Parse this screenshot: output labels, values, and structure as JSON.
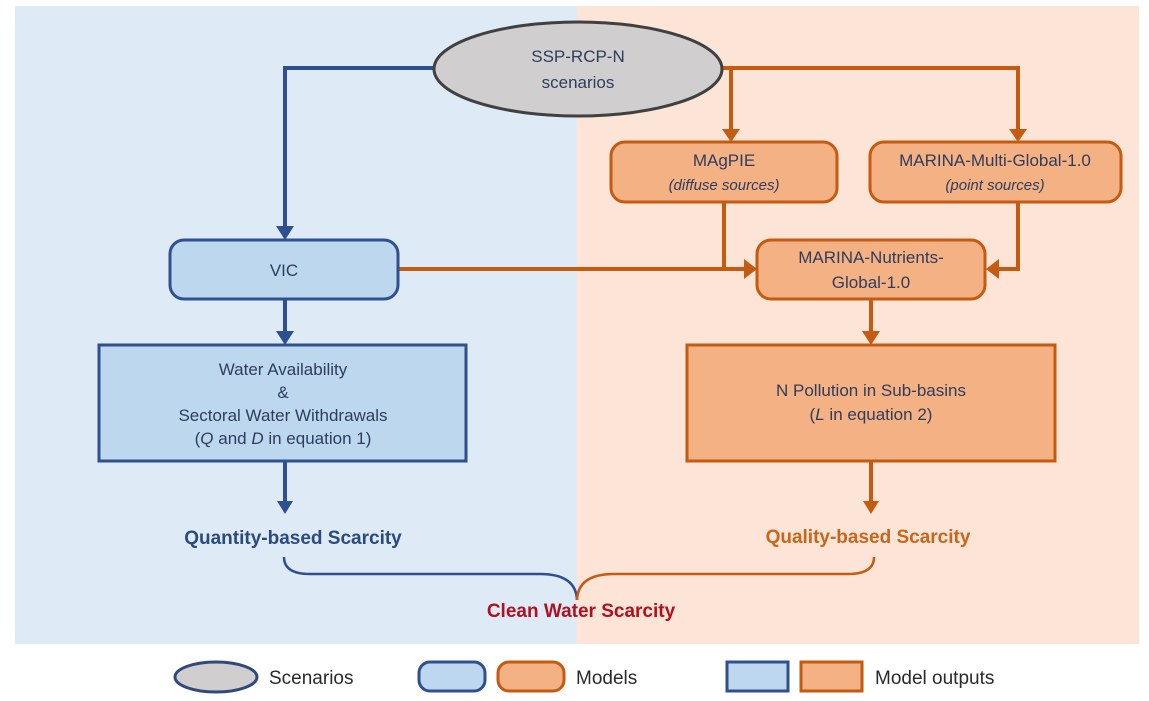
{
  "colors": {
    "left_panel_bg": "#deeaf6",
    "right_panel_bg": "#fce4d6",
    "blue_accent": "#2f5090",
    "orange_accent": "#c55a11",
    "scenario_fill": "#d0cece",
    "clean_water_red": "#b0111e"
  },
  "scenario": {
    "line1": "SSP-RCP-N",
    "line2": "scenarios"
  },
  "models": {
    "magpie": {
      "title": "MAgPIE",
      "subtitle": "(diffuse sources)"
    },
    "marina_multi": {
      "title": "MARINA-Multi-Global-1.0",
      "subtitle": "(point sources)"
    },
    "vic": {
      "title": "VIC"
    },
    "marina_nutrients": {
      "line1": "MARINA-Nutrients-",
      "line2": "Global-1.0"
    }
  },
  "outputs": {
    "water": {
      "line1": "Water Availability",
      "line2": "&",
      "line3": "Sectoral Water Withdrawals",
      "line4_open": "(",
      "line4_q": "Q",
      "line4_and": " and ",
      "line4_d": "D",
      "line4_rest": " in equation 1)"
    },
    "pollution": {
      "line1": "N Pollution in Sub-basins",
      "line2_open": "(",
      "line2_l": "L",
      "line2_rest": " in equation 2)"
    }
  },
  "results": {
    "quantity": "Quantity-based Scarcity",
    "quality": "Quality-based Scarcity",
    "clean_water": "Clean Water Scarcity"
  },
  "legend": {
    "scenarios": "Scenarios",
    "models": "Models",
    "model_outputs": "Model outputs"
  }
}
